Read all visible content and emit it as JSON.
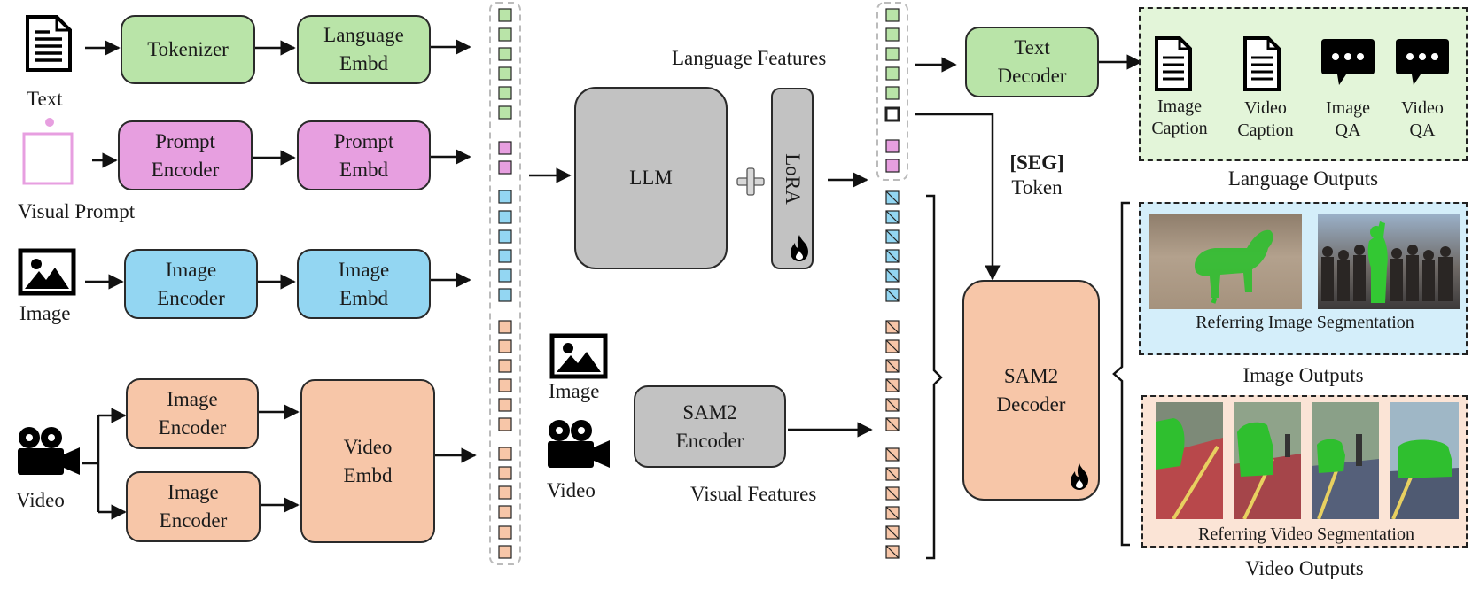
{
  "inputs": {
    "text": "Text",
    "visual_prompt": "Visual Prompt",
    "image": "Image",
    "video": "Video"
  },
  "modules": {
    "tokenizer": "Tokenizer",
    "language_embd": "Language\nEmbd",
    "prompt_encoder": "Prompt\nEncoder",
    "prompt_embd": "Prompt\nEmbd",
    "image_encoder": "Image\nEncoder",
    "image_embd": "Image\nEmbd",
    "video_image_encoder_1": "Image\nEncoder",
    "video_image_encoder_2": "Image\nEncoder",
    "video_embd": "Video\nEmbd",
    "llm": "LLM",
    "lora": "LoRA",
    "sam2_encoder": "SAM2\nEncoder",
    "text_decoder": "Text\nDecoder",
    "sam2_decoder": "SAM2\nDecoder"
  },
  "labels": {
    "language_features": "Language Features",
    "visual_features": "Visual Features",
    "seg_token_bold": "[SEG]",
    "seg_token_word": "Token",
    "mid_image": "Image",
    "mid_video": "Video"
  },
  "outputs": {
    "language": {
      "title": "Language Outputs",
      "items": [
        "Image\nCaption",
        "Video\nCaption",
        "Image\nQA",
        "Video\nQA"
      ]
    },
    "image": {
      "title": "Image Outputs",
      "caption": "Referring Image Segmentation"
    },
    "video": {
      "title": "Video Outputs",
      "caption": "Referring Video Segmentation"
    }
  },
  "colors": {
    "language": "#b9e4a8",
    "prompt": "#e79fe0",
    "image": "#93d6f2",
    "video": "#f7c6a8",
    "model": "#c2c2c2",
    "language_panel": "#e3f5d9",
    "image_panel": "#d4eefa",
    "video_panel": "#fbe4d6"
  },
  "icons": [
    "document-icon",
    "visual-prompt-icon",
    "image-icon",
    "video-camera-icon",
    "fire-icon",
    "chat-bubble-icon",
    "plus-icon"
  ]
}
